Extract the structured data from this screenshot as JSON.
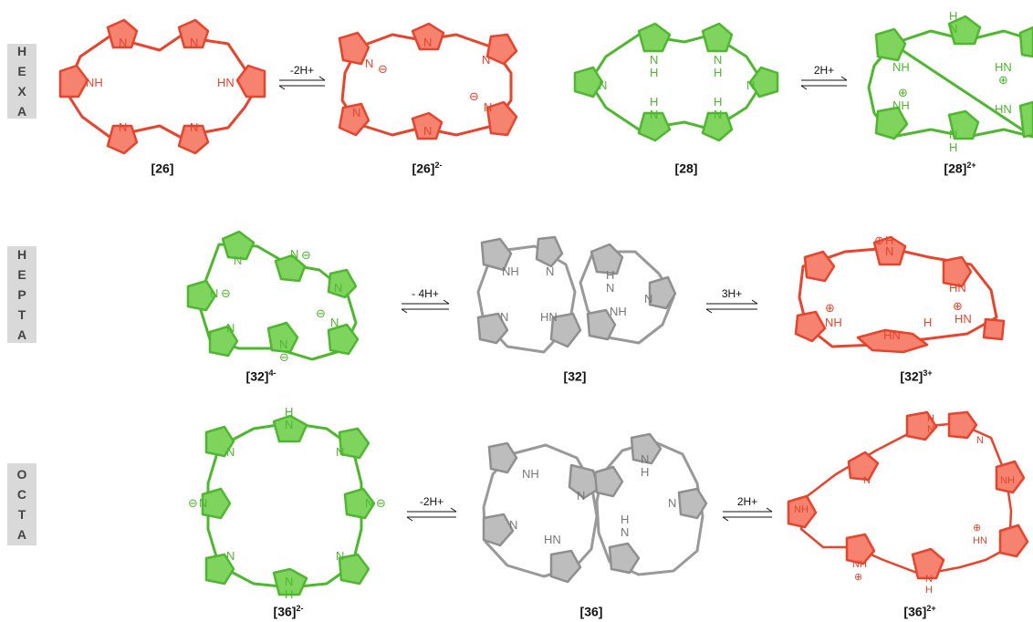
{
  "rows": {
    "hexa": "H\nE\nX\nA",
    "hepta": "H\nE\nP\nT\nA",
    "octa": "O\nC\nT\nA"
  },
  "colors": {
    "red": "#f0533a",
    "red_fill": "#f6836f",
    "green": "#4db82e",
    "green_fill": "#7fd45e",
    "gray": "#8f8f8f",
    "gray_fill": "#bdbdbd"
  },
  "compounds": {
    "c26": {
      "base": "[26]",
      "charge": ""
    },
    "c26m": {
      "base": "[26]",
      "charge": "2-"
    },
    "c28": {
      "base": "[28]",
      "charge": ""
    },
    "c28p": {
      "base": "[28]",
      "charge": "2+"
    },
    "c32m": {
      "base": "[32]",
      "charge": "4-"
    },
    "c32": {
      "base": "[32]",
      "charge": ""
    },
    "c32p": {
      "base": "[32]",
      "charge": "3+"
    },
    "c36m": {
      "base": "[36]",
      "charge": "2-"
    },
    "c36": {
      "base": "[36]",
      "charge": ""
    },
    "c36p": {
      "base": "[36]",
      "charge": "2+"
    }
  },
  "arrows": {
    "a1": "-2H+",
    "a2": "2H+",
    "a3": "- 4H+",
    "a4": "3H+",
    "a5": "-2H+",
    "a6": "2H+"
  },
  "atoms": {
    "N": "N",
    "NH": "NH",
    "HN": "HN",
    "H": "H",
    "minus": "⊖",
    "plus": "⊕"
  }
}
